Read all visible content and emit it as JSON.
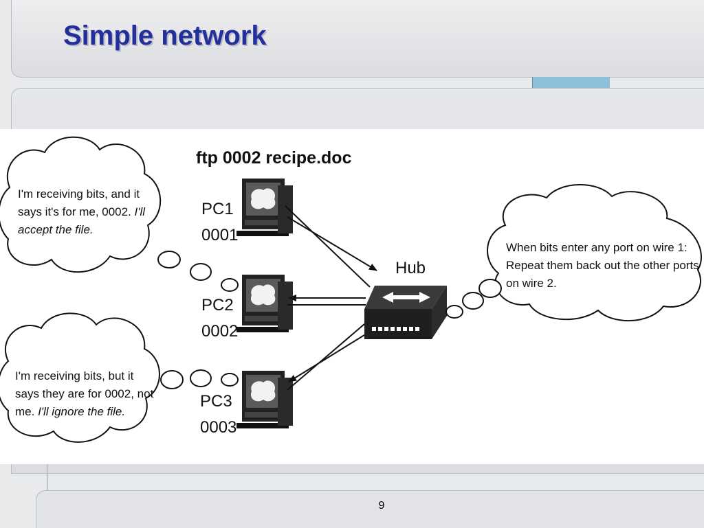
{
  "slide": {
    "title": "Simple network",
    "page_number": "9"
  },
  "diagram": {
    "command": "ftp 0002 recipe.doc",
    "hub_label": "Hub",
    "pcs": [
      {
        "name": "PC1",
        "address": "0001"
      },
      {
        "name": "PC2",
        "address": "0002"
      },
      {
        "name": "PC3",
        "address": "0003"
      }
    ],
    "bubble_pc2": {
      "line1": "I'm receiving bits, and it",
      "line2_normal": "says it's for me, 0002. ",
      "line2_italic": "I'll",
      "line3_italic": "accept the file."
    },
    "bubble_pc3": {
      "line1": "I'm receiving bits, but it",
      "line2": "says they are for 0002, not",
      "line3_normal": "me. ",
      "line3_italic": "I'll ignore the file."
    },
    "bubble_hub": {
      "line1": "When bits enter any port on wire 1:",
      "line2": "Repeat them back out the other ports",
      "line3": "on wire 2."
    }
  },
  "colors": {
    "title": "#23309a",
    "accent": "#8cc1d9"
  }
}
